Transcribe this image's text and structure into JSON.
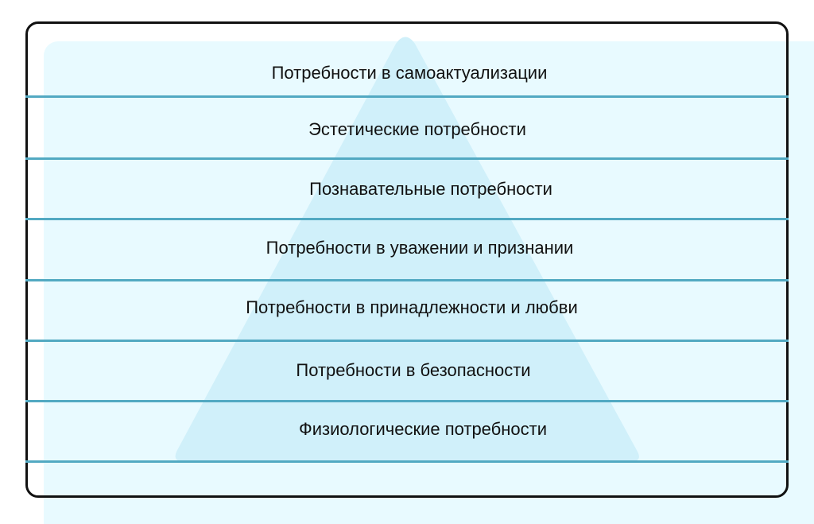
{
  "title": "Пирамида потребностей",
  "colors": {
    "panel": "#e8faff",
    "pyramid": "#d0f0fa",
    "line": "#52a9c2",
    "border": "#111111"
  },
  "levels": [
    "Потребности в самоактуализации",
    "Эстетические потребности",
    "Познавательные потребности",
    "Потребности в уважении и признании",
    "Потребности в принадлежности и любви",
    "Потребности в безопасности",
    "Физиологические потребности"
  ]
}
